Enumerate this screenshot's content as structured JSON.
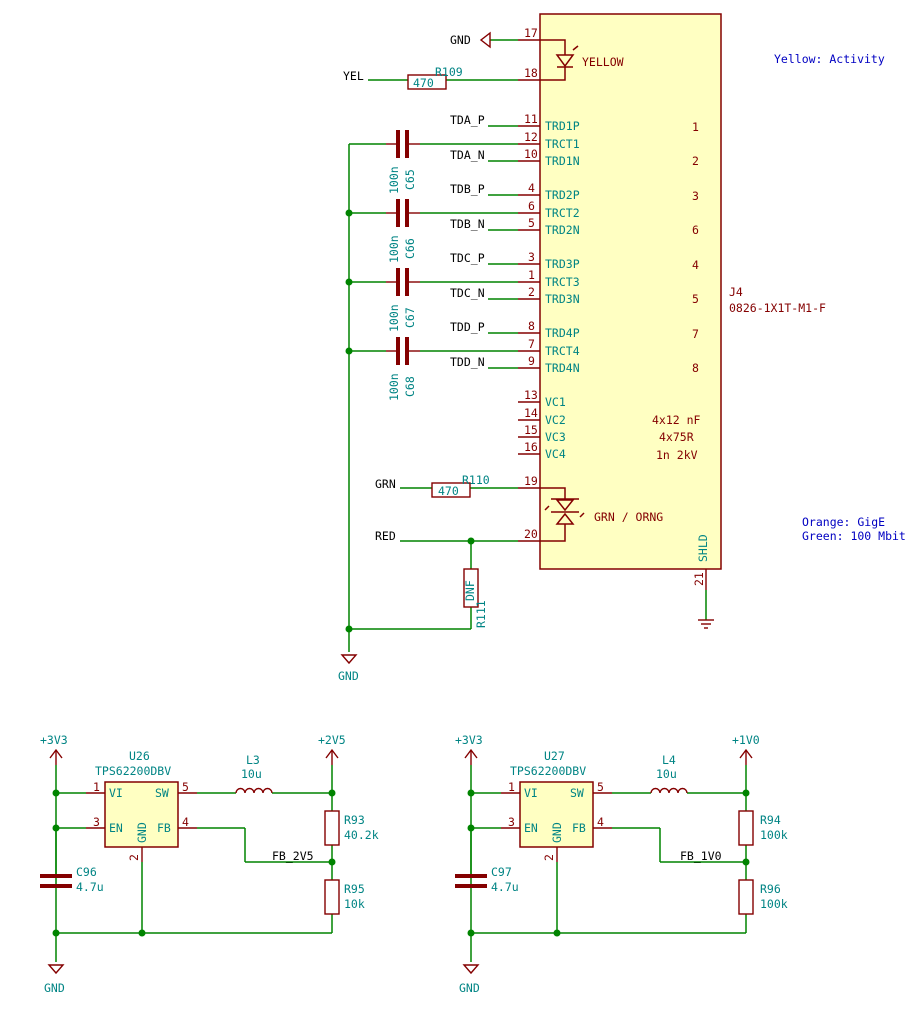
{
  "connector": {
    "ref": "J4",
    "value": "0826-1X1T-M1-F",
    "led_top": "YELLOW",
    "led_bottom": "GRN / ORNG",
    "shield_label": "SHLD",
    "shield_pin": "21",
    "specs": [
      "4x12 nF",
      "4x75R",
      "1n 2kV"
    ],
    "pins": [
      {
        "num": "17",
        "name": ""
      },
      {
        "num": "18",
        "name": ""
      },
      {
        "num": "11",
        "name": "TRD1P",
        "pos": "1"
      },
      {
        "num": "12",
        "name": "TRCT1",
        "pos": ""
      },
      {
        "num": "10",
        "name": "TRD1N",
        "pos": "2"
      },
      {
        "num": "4",
        "name": "TRD2P",
        "pos": "3"
      },
      {
        "num": "6",
        "name": "TRCT2",
        "pos": ""
      },
      {
        "num": "5",
        "name": "TRD2N",
        "pos": "6"
      },
      {
        "num": "3",
        "name": "TRD3P",
        "pos": "4"
      },
      {
        "num": "1",
        "name": "TRCT3",
        "pos": ""
      },
      {
        "num": "2",
        "name": "TRD3N",
        "pos": "5"
      },
      {
        "num": "8",
        "name": "TRD4P",
        "pos": "7"
      },
      {
        "num": "7",
        "name": "TRCT4",
        "pos": ""
      },
      {
        "num": "9",
        "name": "TRD4N",
        "pos": "8"
      },
      {
        "num": "13",
        "name": "VC1"
      },
      {
        "num": "14",
        "name": "VC2"
      },
      {
        "num": "15",
        "name": "VC3"
      },
      {
        "num": "16",
        "name": "VC4"
      },
      {
        "num": "19",
        "name": ""
      },
      {
        "num": "20",
        "name": ""
      }
    ]
  },
  "nets": {
    "gnd": "GND",
    "yel": "YEL",
    "grn": "GRN",
    "red": "RED",
    "tda_p": "TDA_P",
    "tda_n": "TDA_N",
    "tdb_p": "TDB_P",
    "tdb_n": "TDB_N",
    "tdc_p": "TDC_P",
    "tdc_n": "TDC_N",
    "tdd_p": "TDD_P",
    "tdd_n": "TDD_N",
    "fb_2v5": "FB_2V5",
    "fb_1v0": "FB_1V0"
  },
  "resistors_top": {
    "r109": {
      "ref": "R109",
      "value": "470"
    },
    "r110": {
      "ref": "R110",
      "value": "470"
    },
    "r111": {
      "ref": "R111",
      "value": "DNF"
    }
  },
  "caps_top": [
    {
      "ref": "C65",
      "value": "100n"
    },
    {
      "ref": "C66",
      "value": "100n"
    },
    {
      "ref": "C67",
      "value": "100n"
    },
    {
      "ref": "C68",
      "value": "100n"
    }
  ],
  "notes": {
    "yellow": "Yellow: Activity",
    "orange": "Orange: GigE",
    "green": "Green: 100 Mbit"
  },
  "reg_left": {
    "in_rail": "+3V3",
    "out_rail": "+2V5",
    "ic_ref": "U26",
    "ic_value": "TPS62200DBV",
    "ind_ref": "L3",
    "ind_value": "10u",
    "cap_ref": "C96",
    "cap_value": "4.7u",
    "r_top_ref": "R93",
    "r_top_value": "40.2k",
    "r_bot_ref": "R95",
    "r_bot_value": "10k",
    "gnd": "GND"
  },
  "reg_right": {
    "in_rail": "+3V3",
    "out_rail": "+1V0",
    "ic_ref": "U27",
    "ic_value": "TPS62200DBV",
    "ind_ref": "L4",
    "ind_value": "10u",
    "cap_ref": "C97",
    "cap_value": "4.7u",
    "r_top_ref": "R94",
    "r_top_value": "100k",
    "r_bot_ref": "R96",
    "r_bot_value": "100k",
    "gnd": "GND"
  },
  "reg_pins": {
    "vi": "VI",
    "en": "EN",
    "sw": "SW",
    "fb": "FB",
    "gnd": "GND",
    "n1": "1",
    "n2": "2",
    "n3": "3",
    "n4": "4",
    "n5": "5"
  }
}
